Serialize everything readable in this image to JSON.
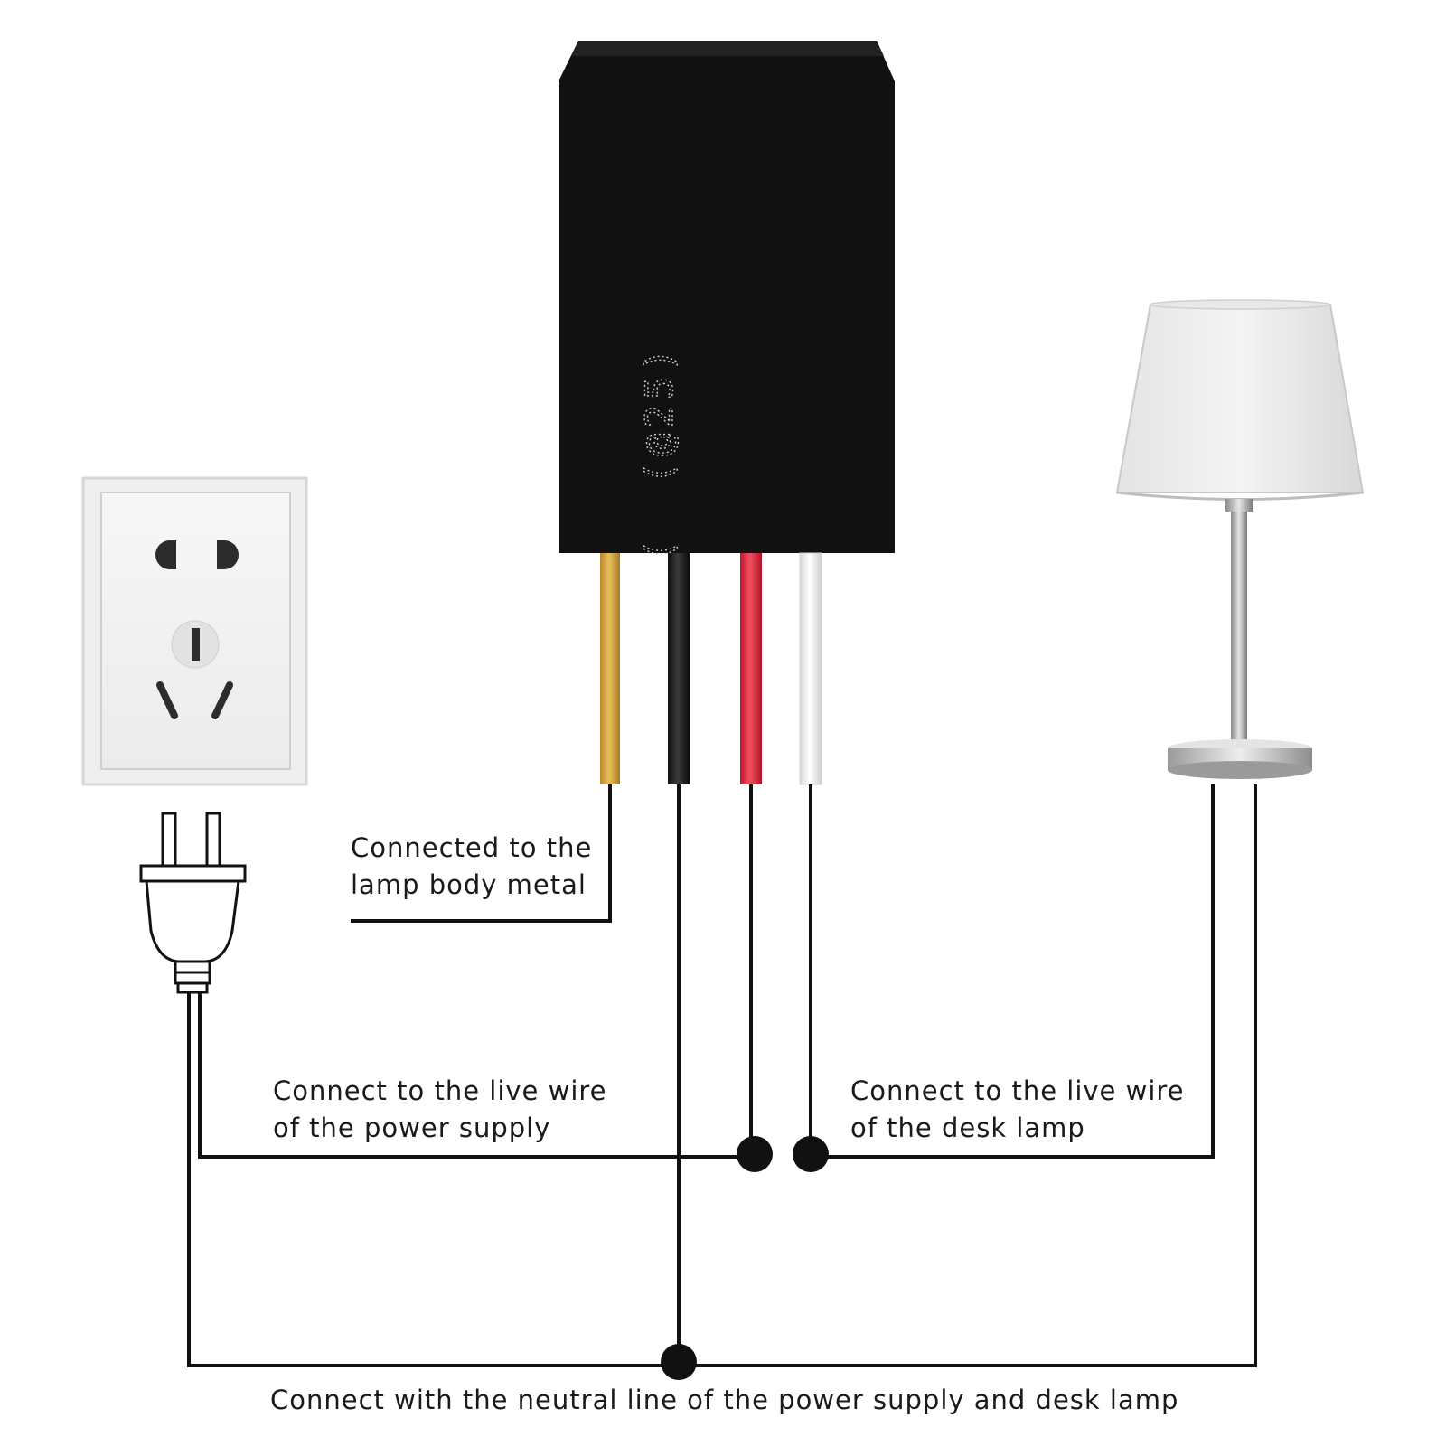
{
  "labels": {
    "lamp_body_metal": [
      "Connected to the",
      "lamp body metal"
    ],
    "live_power_supply": [
      "Connect to the live wire",
      "of the power supply"
    ],
    "live_desk_lamp": [
      "Connect to the live wire",
      "of the desk lamp"
    ],
    "neutral_line": "Connect with the neutral line of the power supply and desk lamp"
  },
  "device_marking": "(@25)",
  "wire_colors": {
    "gold": "#d4a63c",
    "black": "#1c1c1c",
    "red": "#e03040",
    "white": "#f2f2f2"
  }
}
